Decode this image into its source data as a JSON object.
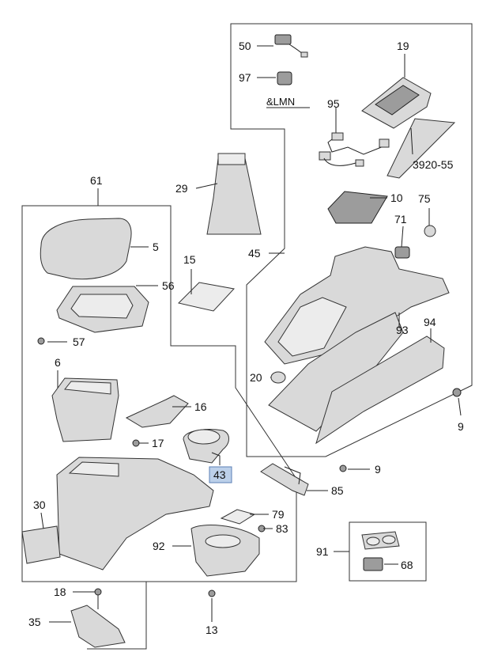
{
  "colors": {
    "highlight_fill": "#bcd0ea",
    "highlight_stroke": "#5b7fb5",
    "part_fill": "#d9d9d9"
  },
  "labels": {
    "p50": "50",
    "p97": "97",
    "lmn": "&LMN",
    "p95": "95",
    "p19": "19",
    "p3920_55": "3920-55",
    "p10": "10",
    "p75": "75",
    "p71": "71",
    "p29": "29",
    "p61": "61",
    "p45": "45",
    "p5": "5",
    "p15": "15",
    "p56": "56",
    "p57": "57",
    "p93": "93",
    "p94": "94",
    "p20": "20",
    "p6": "6",
    "p16": "16",
    "p9a": "9",
    "p17": "17",
    "p43": "43",
    "p9b": "9",
    "p85": "85",
    "p30": "30",
    "p79": "79",
    "p83": "83",
    "p92": "92",
    "p91": "91",
    "p68": "68",
    "p18": "18",
    "p35": "35",
    "p13": "13"
  }
}
